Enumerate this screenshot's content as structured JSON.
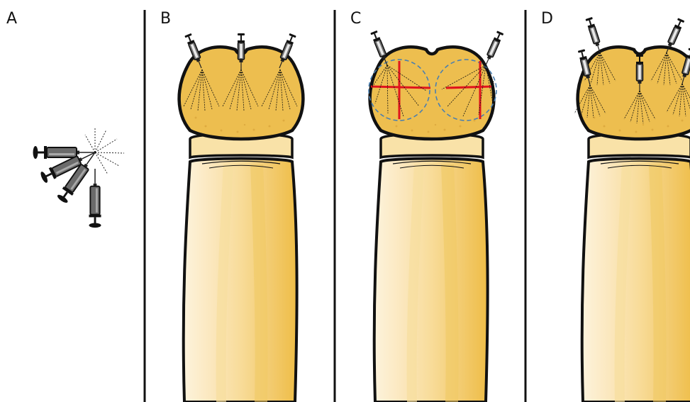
{
  "panels": [
    {
      "label": "A"
    },
    {
      "label": "B"
    },
    {
      "label": "C"
    },
    {
      "label": "D"
    }
  ],
  "colors": {
    "glans_fill": "#edbe4f",
    "shaft_light": "#fbe8c4",
    "shaft_mid": "#f6d78e",
    "shaft_dark": "#efbf4a",
    "outline": "#111111",
    "syringe_body": "#7a7a7a",
    "marking_red": "#e0141c",
    "dashed_circle": "#4a7fb0"
  },
  "icons": {
    "syringe": "syringe-icon"
  }
}
